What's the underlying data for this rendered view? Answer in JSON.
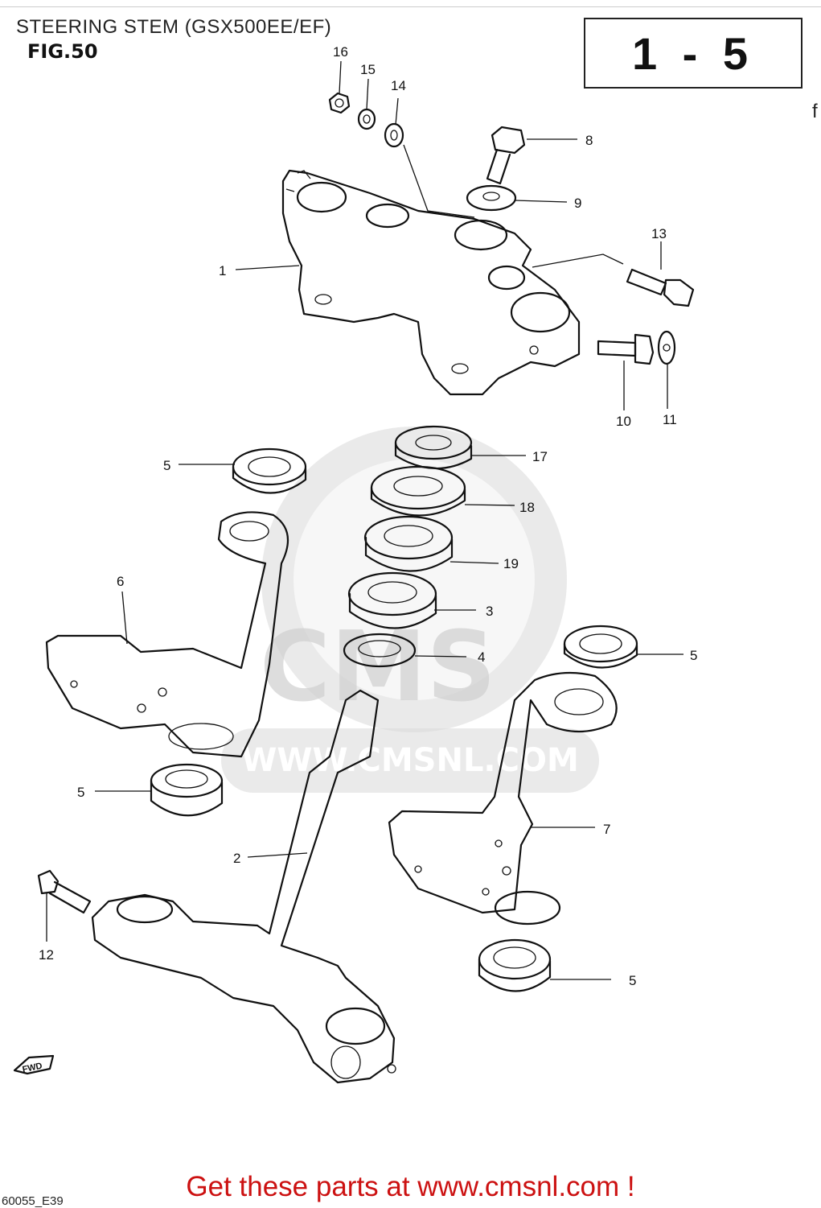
{
  "header": {
    "title": "STEERING STEM (GSX500EE/EF)",
    "figure": "FIG.50",
    "section_code": "1 - 5"
  },
  "edge_mark": "f",
  "corner_code": "60055_E39",
  "watermark": {
    "brand": "CMS",
    "url": "WWW.CMSNL.COM"
  },
  "part_labels": [
    "1",
    "2",
    "3",
    "4",
    "5",
    "5",
    "5",
    "5",
    "6",
    "7",
    "8",
    "9",
    "10",
    "11",
    "12",
    "13",
    "14",
    "15",
    "16",
    "17",
    "18",
    "19"
  ],
  "direction_marker": "FWD",
  "footer": {
    "text": "Get these parts at www.cmsnl.com !"
  }
}
